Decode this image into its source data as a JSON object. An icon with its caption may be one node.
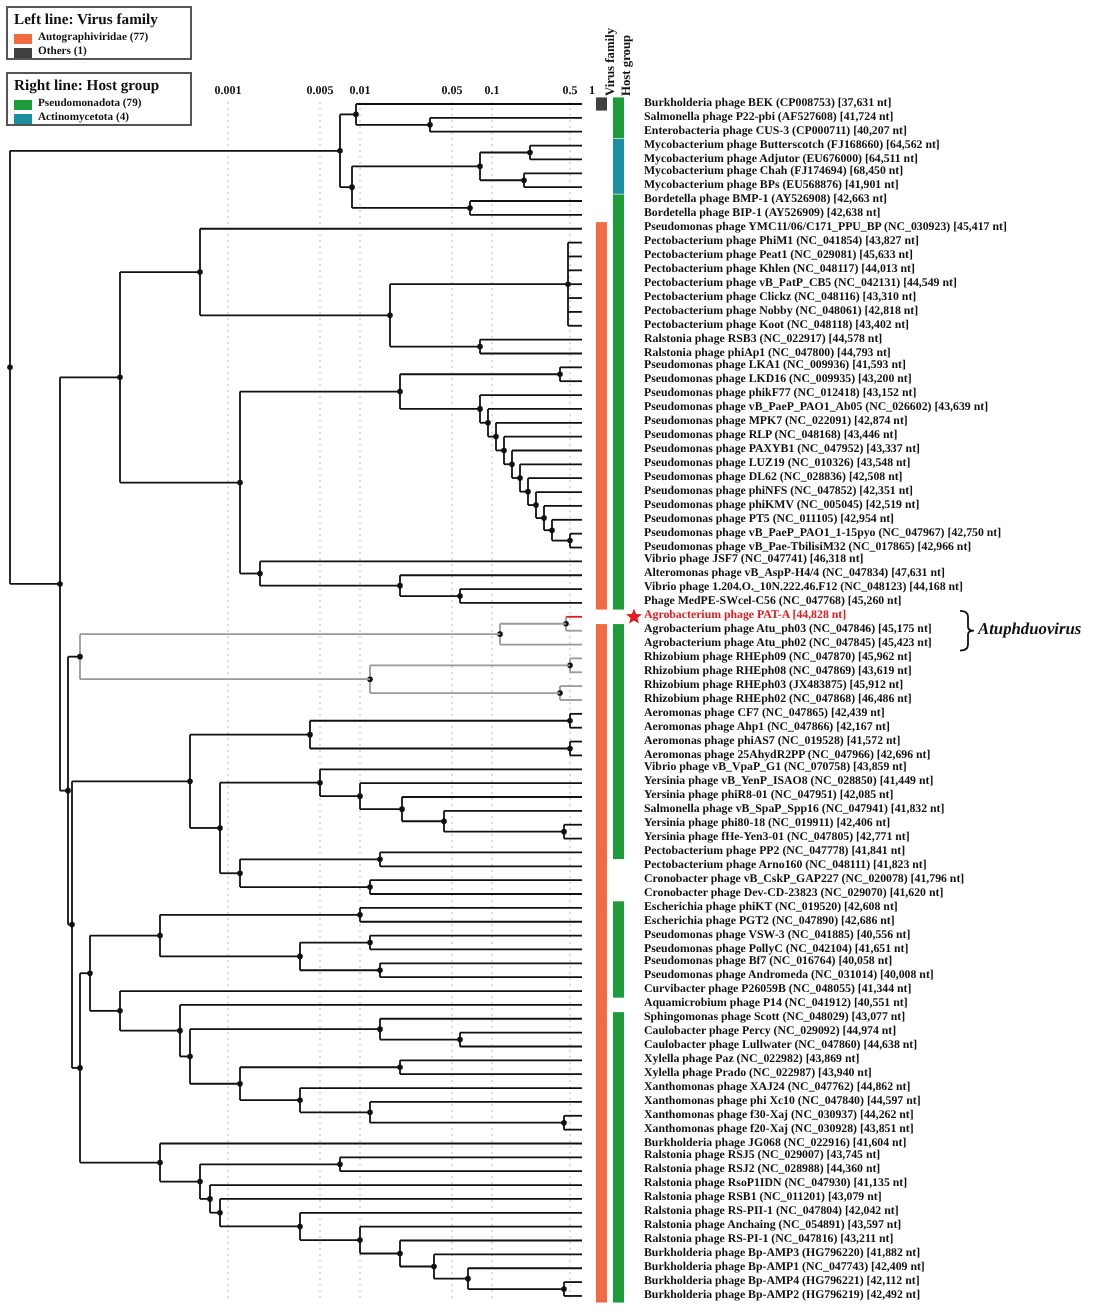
{
  "diagram": {
    "labels": [
      "Left line: Virus family",
      "Right line: Host group",
      "0.001",
      "0.005",
      "0.01",
      "0.05",
      "0.1",
      "0.5",
      "1",
      "Virus family",
      "Host group",
      "Burkholderia phage BEK (CP008753) [37,631 nt]",
      "Salmonella phage P22-pbi (AF527608) [41,724 nt]",
      "Enterobacteria phage CUS-3 (CP000711) [40,207 nt]",
      "Mycobacterium phage Butterscotch (FJ168660) [64,562 nt]",
      "Mycobacterium phage Adjutor (EU676000) [64,511 nt]",
      "Mycobacterium phage Chah (FJ174694) [68,450 nt]",
      "Mycobacterium phage BPs (EU568876) [41,901 nt]",
      "Bordetella phage BMP-1 (AY526908) [42,663 nt]",
      "Bordetella phage BIP-1 (AY526909) [42,638 nt]",
      "Pseudomonas phage YMC11/06/C171_PPU_BP (NC_030923) [45,417 nt]",
      "Pectobacterium phage PhiM1 (NC_041854) [43,827 nt]",
      "Pectobacterium phage Peat1 (NC_029081) [45,633 nt]",
      "Pectobacterium phage Khlen (NC_048117) [44,013 nt]",
      "Pectobacterium phage vB_PatP_CB5 (NC_042131) [44,549 nt]",
      "Pectobacterium phage Clickz (NC_048116) [43,310 nt]",
      "Pectobacterium phage Nobby (NC_048061) [42,818 nt]",
      "Pectobacterium phage Koot (NC_048118) [43,402 nt]",
      "Ralstonia phage RSB3 (NC_022917) [44,578 nt]",
      "Ralstonia phage phiAp1 (NC_047800) [44,793 nt]",
      "Pseudomonas phage LKA1 (NC_009936) [41,593 nt]",
      "Pseudomonas phage LKD16 (NC_009935) [43,200 nt]",
      "Pseudomonas phage phikF77 (NC_012418) [43,152 nt]",
      "Pseudomonas phage vB_PaeP_PAO1_Ab05 (NC_026602) [43,639 nt]",
      "Pseudomonas phage MPK7 (NC_022091) [42,874 nt]",
      "Pseudomonas phage RLP (NC_048168) [43,446 nt]",
      "Pseudomonas phage PAXYB1 (NC_047952) [43,337 nt]",
      "Pseudomonas phage LUZ19 (NC_010326) [43,548 nt]",
      "Pseudomonas phage DL62 (NC_028836) [42,508 nt]",
      "Pseudomonas phage phiNFS (NC_047852) [42,351 nt]",
      "Pseudomonas phage phiKMV (NC_005045) [42,519 nt]",
      "Pseudomonas phage PT5 (NC_011105) [42,954 nt]",
      "Pseudomonas phage vB_PaeP_PAO1_1-15pyo (NC_047967) [42,750 nt]",
      "Pseudomonas phage vB_Pae-TbilisiM32 (NC_017865) [42,966 nt]",
      "Vibrio phage JSF7 (NC_047741) [46,318 nt]",
      "Alteromonas phage vB_AspP-H4/4 (NC_047834) [47,631 nt]",
      "Vibrio phage 1.204.O._10N.222.46.F12 (NC_048123) [44,168 nt]",
      "Phage MedPE-SWcel-C56 (NC_047768) [45,260 nt]",
      "Agrobacterium phage PAT-A [44,828 nt]",
      "Agrobacterium phage Atu_ph03 (NC_047846) [45,175 nt]",
      "Agrobacterium phage Atu_ph02 (NC_047845) [45,423 nt]",
      "Rhizobium phage RHEph09 (NC_047870) [45,962 nt]",
      "Rhizobium phage RHEph08 (NC_047869) [43,619 nt]",
      "Rhizobium phage RHEph03 (JX483875) [45,912 nt]",
      "Rhizobium phage RHEph02 (NC_047868) [46,486 nt]",
      "Aeromonas phage CF7 (NC_047865) [42,439 nt]",
      "Aeromonas phage Ahp1 (NC_047866) [42,167 nt]",
      "Aeromonas phage phiAS7 (NC_019528) [41,572 nt]",
      "Aeromonas phage 25AhydR2PP (NC_047966) [42,696 nt]",
      "Vibrio phage vB_VpaP_G1 (NC_070758) [43,859 nt]",
      "Yersinia phage vB_YenP_ISAO8 (NC_028850) [41,449 nt]",
      "Yersinia phage phiR8-01 (NC_047951) [42,085 nt]",
      "Salmonella phage vB_SpaP_Spp16 (NC_047941) [41,832 nt]",
      "Yersinia phage phi80-18 (NC_019911) [42,406 nt]",
      "Yersinia phage fHe-Yen3-01 (NC_047805) [42,771 nt]",
      "Pectobacterium phage PP2 (NC_047778) [41,841 nt]",
      "Pectobacterium phage Arno160 (NC_048111) [41,823 nt]",
      "Cronobacter phage vB_CskP_GAP227 (NC_020078) [41,796 nt]",
      "Cronobacter phage Dev-CD-23823 (NC_029070) [41,620 nt]",
      "Escherichia phage phiKT (NC_019520) [42,608 nt]",
      "Escherichia phage PGT2 (NC_047890) [42,686 nt]",
      "Pseudomonas phage VSW-3 (NC_041885) [40,556 nt]",
      "Pseudomonas phage PollyC (NC_042104) [41,651 nt]",
      "Pseudomonas phage Bf7 (NC_016764) [40,058 nt]",
      "Pseudomonas phage Andromeda (NC_031014) [40,008 nt]",
      "Curvibacter phage P26059B (NC_048055) [41,344 nt]",
      "Aquamicrobium phage P14 (NC_041912) [40,551 nt]",
      "Sphingomonas phage Scott (NC_048029) [43,077 nt]",
      "Caulobacter phage Percy (NC_029092) [44,974 nt]",
      "Caulobacter phage Lullwater (NC_047860) [44,638 nt]",
      "Xylella phage Paz (NC_022982) [43,869 nt]",
      "Xylella phage Prado (NC_022987) [43,940 nt]",
      "Xanthomonas phage XAJ24 (NC_047762) [44,862 nt]",
      "Xanthomonas phage phi Xc10 (NC_047840) [44,597 nt]",
      "Xanthomonas phage f30-Xaj (NC_030937) [44,262 nt]",
      "Xanthomonas phage f20-Xaj (NC_030928) [43,851 nt]",
      "Burkholderia phage JG068 (NC_022916) [41,604 nt]",
      "Ralstonia phage RSJ5 (NC_029007) [43,745 nt]",
      "Ralstonia phage RSJ2 (NC_028988) [44,360 nt]",
      "Ralstonia phage RsoP1IDN (NC_047930) [41,135 nt]",
      "Ralstonia phage RSB1 (NC_011201) [43,079 nt]",
      "Ralstonia phage RS-PII-1 (NC_047804) [42,042 nt]",
      "Ralstonia phage Anchaing (NC_054891) [43,597 nt]",
      "Ralstonia phage RS-PI-1 (NC_047816) [43,211 nt]",
      "Burkholderia phage Bp-AMP3 (HG796220) [41,882 nt]",
      "Burkholderia phage Bp-AMP1 (NC_047743) [42,409 nt]",
      "Burkholderia phage Bp-AMP4 (HG796221) [42,112 nt]",
      "Burkholderia phage Bp-AMP2 (HG796219) [42,492 nt]",
      "Atuphduovirus"
    ],
    "legend": [
      {
        "text": "Autographiviridae (77)",
        "color": "#f26b43"
      },
      {
        "text": "Others (1)",
        "color": "#404040"
      },
      {
        "text": "Pseudomonadota (79)",
        "color": "#1e9c3a"
      },
      {
        "text": "Actinomycetota (4)",
        "color": "#1a8fa0"
      }
    ]
  }
}
